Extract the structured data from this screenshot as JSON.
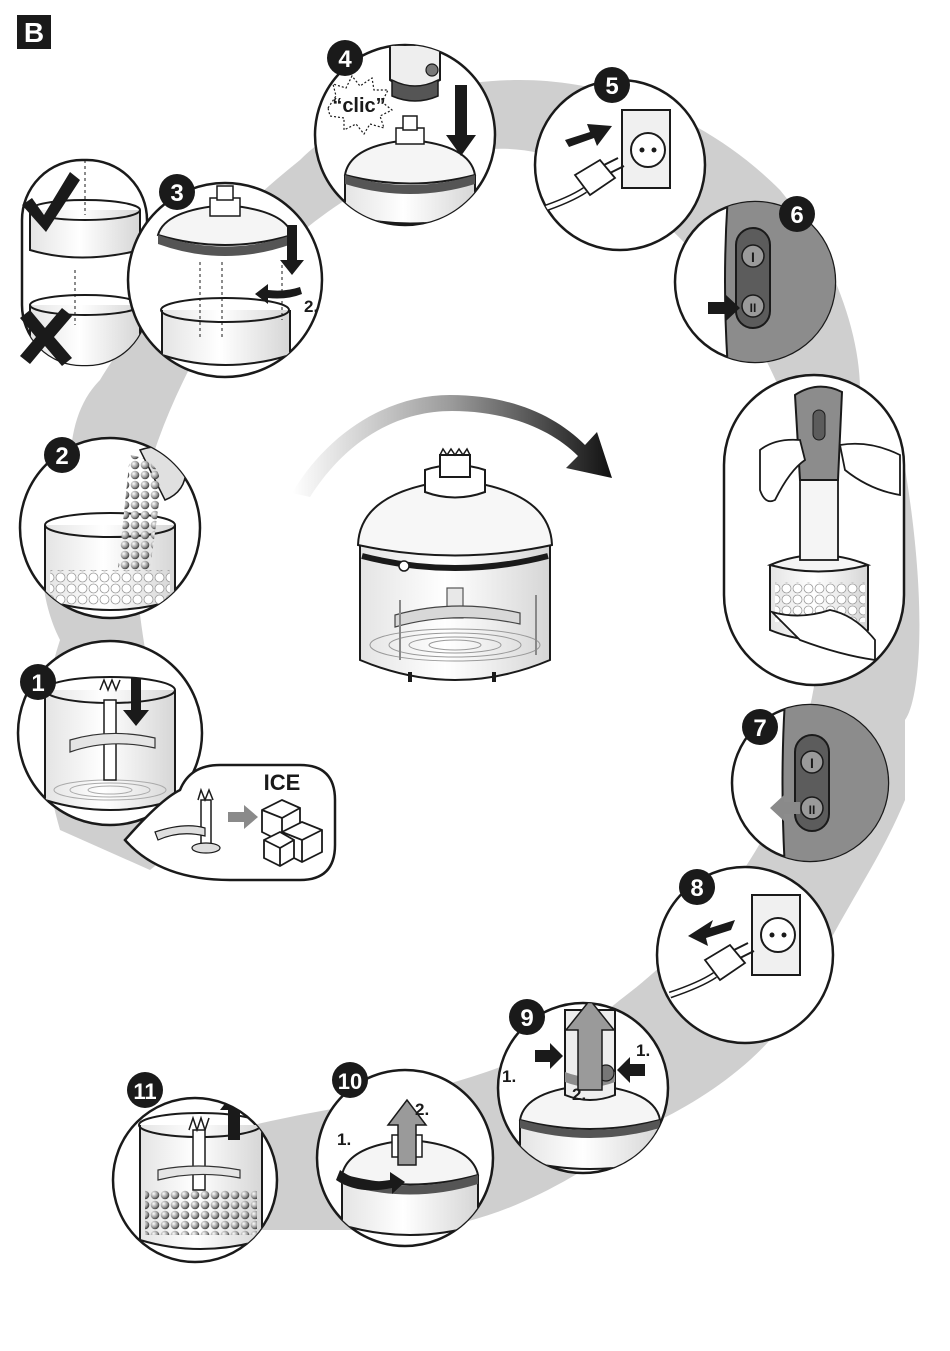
{
  "section_badge": "B",
  "colors": {
    "ink": "#1a1a1a",
    "shadow": "#cfcfcf",
    "badge_bg": "#1a1a1a",
    "badge_text": "#ffffff",
    "arrow_dark": "#222222",
    "arrow_grey": "#8a8a8a",
    "button_panel": "#6b6b6b",
    "appliance_body": "#8c8c8c"
  },
  "steps": [
    {
      "number": "1",
      "annotation": "ICE"
    },
    {
      "number": "2"
    },
    {
      "number": "3",
      "annotation": "2."
    },
    {
      "number": "4",
      "annotation": "“clic”"
    },
    {
      "number": "5"
    },
    {
      "number": "6"
    },
    {
      "number": "7"
    },
    {
      "number": "8"
    },
    {
      "number": "9",
      "annotations": [
        "1.",
        "1.",
        "2."
      ]
    },
    {
      "number": "10",
      "annotations": [
        "1.",
        "2."
      ]
    },
    {
      "number": "11"
    }
  ],
  "icons": {
    "correct": "checkmark-icon",
    "incorrect": "cross-icon",
    "flow": "curved-arrow-icon"
  }
}
